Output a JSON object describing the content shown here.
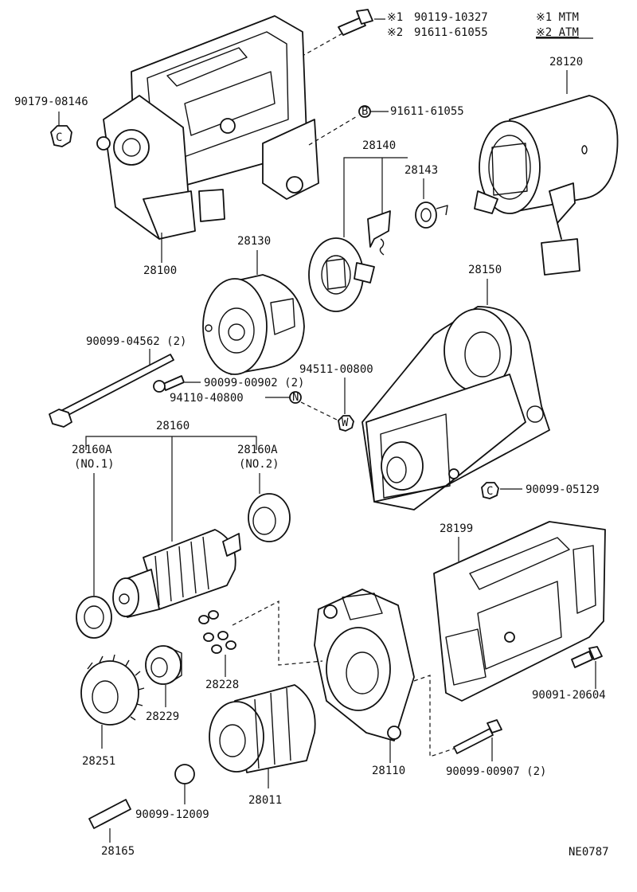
{
  "notes": {
    "n1_mark": "※1",
    "n1_part": "90119-10327",
    "n2_mark": "※2",
    "n2_part": "91611-61055",
    "mtm": "※1 MTM",
    "atm": "※2 ATM"
  },
  "labels": {
    "p90179_08146": "90179-08146",
    "p28100": "28100",
    "p91611_61055": "91611-61055",
    "p28120": "28120",
    "p28140": "28140",
    "p28143": "28143",
    "p28130": "28130",
    "p28150": "28150",
    "p90099_04562": "90099-04562 (2)",
    "p90099_00902": "90099-00902 (2)",
    "p94511_00800": "94511-00800",
    "p94110_40800": "94110-40800",
    "p28160": "28160",
    "p28160A_1": "28160A",
    "p28160A_1_sub": "(NO.1)",
    "p28160A_2": "28160A",
    "p28160A_2_sub": "(NO.2)",
    "p90099_05129": "90099-05129",
    "p28199": "28199",
    "p28228": "28228",
    "p28229": "28229",
    "p28251": "28251",
    "p28011": "28011",
    "p28110": "28110",
    "p90091_20604": "90091-20604",
    "p90099_00907": "90099-00907 (2)",
    "p90099_12009": "90099-12009",
    "p28165": "28165",
    "ref_code": "NE0787"
  },
  "markers": {
    "b": "B",
    "c": "C",
    "n": "N",
    "w": "W"
  }
}
